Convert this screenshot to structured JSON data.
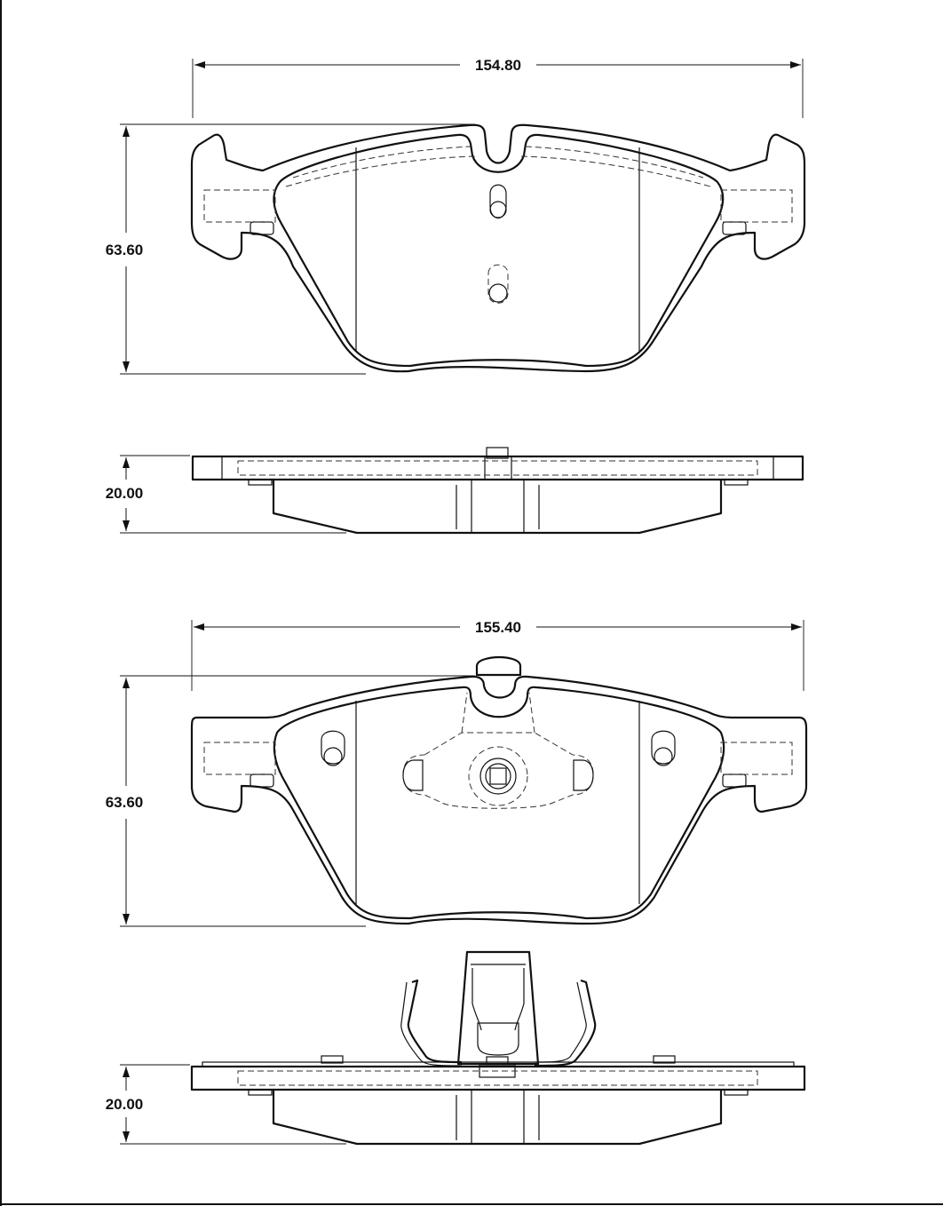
{
  "dimensions": {
    "pad1_width": "154.80",
    "pad1_height": "63.60",
    "pad1_thickness": "20.00",
    "pad2_width": "155.40",
    "pad2_height": "63.60",
    "pad2_thickness": "20.00"
  },
  "colors": {
    "line": "#111111",
    "background": "#ffffff",
    "hatch": "#555555"
  }
}
